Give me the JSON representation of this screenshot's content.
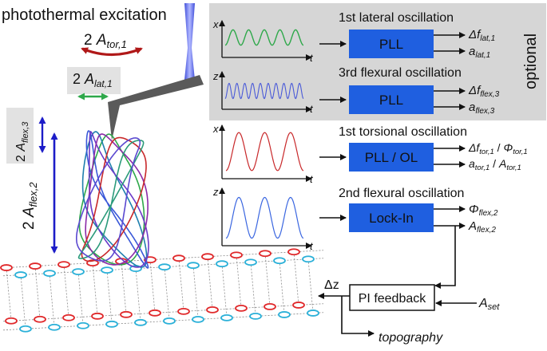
{
  "header": {
    "excitation": "photothermal excitation",
    "optional": "optional"
  },
  "amplitudes": {
    "tor1_num": "2",
    "tor1_sym": "A",
    "tor1_sub": "tor,1",
    "lat1_num": "2",
    "lat1_sym": "A",
    "lat1_sub": "lat,1",
    "flex3_num": "2",
    "flex3_sym": "A",
    "flex3_sub": "flex,3",
    "flex2_num": "2",
    "flex2_sym": "A",
    "flex2_sub": "flex,2"
  },
  "modes": [
    {
      "title": "1st lateral oscillation",
      "axis_y": "x",
      "axis_x": "t",
      "box": "PLL",
      "out1_sym": "Δf",
      "out1_sub": "lat,1",
      "out2_sym": "a",
      "out2_sub": "lat,1",
      "wave_color": "#2ea84a",
      "cycles": 5,
      "amp": 0.6
    },
    {
      "title": "3rd flexural oscillation",
      "axis_y": "z",
      "axis_x": "t",
      "box": "PLL",
      "out1_sym": "Δf",
      "out1_sub": "flex,3",
      "out2_sym": "a",
      "out2_sub": "flex,3",
      "wave_color": "#4a5ad8",
      "cycles": 10,
      "amp": 0.6
    },
    {
      "title": "1st torsional oscillation",
      "axis_y": "x",
      "axis_x": "t",
      "box": "PLL / OL",
      "out1_sym": "Δf",
      "out1_sub": "tor,1",
      "out1_sep": " / ",
      "out1b_sym": "Φ",
      "out1b_sub": "tor,1",
      "out2_sym": "a",
      "out2_sub": "tor,1",
      "out2_sep": " / ",
      "out2b_sym": "A",
      "out2b_sub": "tor,1",
      "wave_color": "#c8282a",
      "cycles": 3,
      "amp": 0.85
    },
    {
      "title": "2nd flexural oscillation",
      "axis_y": "z",
      "axis_x": "t",
      "box": "Lock-In",
      "out1_sym": "Φ",
      "out1_sub": "flex,2",
      "out2_sym": "A",
      "out2_sub": "flex,2",
      "wave_color": "#3a66e0",
      "cycles": 3,
      "amp": 0.85
    }
  ],
  "feedback": {
    "box": "PI feedback",
    "dz": "Δz",
    "set_sym": "A",
    "set_sub": "set",
    "topography": "topography"
  },
  "colors": {
    "box_fill": "#1f5fe0",
    "optional_bg": "#d6d6d6",
    "excitation_text": "#2233cc",
    "torsion_arrow": "#b01818",
    "lateral_arrow": "#2ea84a",
    "flexural_arrow": "#1c1cc8",
    "label_bg": "#e2e2e2",
    "lattice_red": "#e0282a",
    "lattice_cyan": "#2ab0d8"
  }
}
